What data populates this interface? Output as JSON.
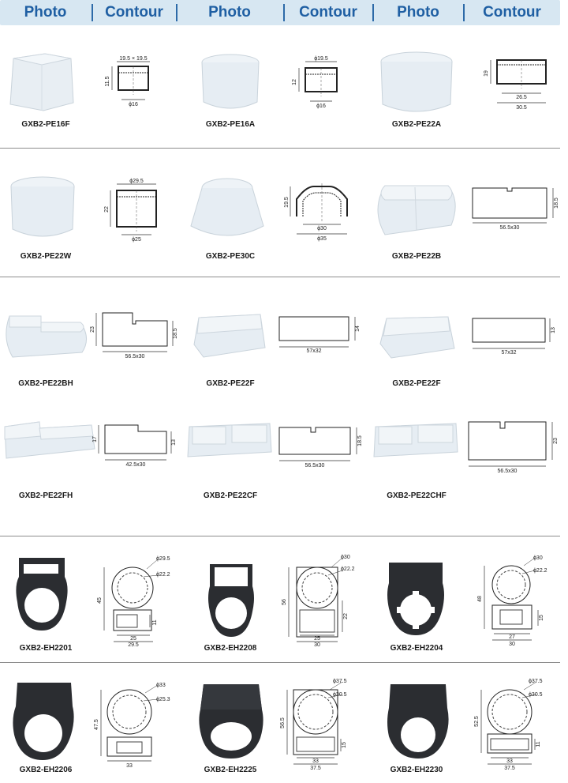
{
  "header": [
    "Photo",
    "Contour",
    "Photo",
    "Contour",
    "Photo",
    "Contour"
  ],
  "labels": {
    "pe16f": "GXB2-PE16F",
    "pe16a": "GXB2-PE16A",
    "pe22a": "GXB2-PE22A",
    "pe22w": "GXB2-PE22W",
    "pe30c": "GXB2-PE30C",
    "pe22b": "GXB2-PE22B",
    "pe22bh": "GXB2-PE22BH",
    "pe22f1": "GXB2-PE22F",
    "pe22f2": "GXB2-PE22F",
    "pe22fh": "GXB2-PE22FH",
    "pe22cf": "GXB2-PE22CF",
    "pe22chf": "GXB2-PE22CHF",
    "eh2201": "GXB2-EH2201",
    "eh2208": "GXB2-EH2208",
    "eh2204": "GXB2-EH2204",
    "eh2206": "GXB2-EH2206",
    "eh2225": "GXB2-EH2225",
    "eh2230": "GXB2-EH2230"
  },
  "dims": {
    "pe16f": {
      "top": "19.5 × 19.5",
      "side": "11.5",
      "bottom": "ϕ16"
    },
    "pe16a": {
      "top": "ϕ19.5",
      "side": "12",
      "bottom": "ϕ16"
    },
    "pe22a": {
      "side": "19",
      "inner": "26.5",
      "outer": "30.5"
    },
    "pe22w": {
      "top": "ϕ29.5",
      "side": "22",
      "bottom": "ϕ25"
    },
    "pe30c": {
      "side": "19.5",
      "inner": "ϕ30",
      "outer": "ϕ35"
    },
    "pe22b": {
      "side": "18.5",
      "bottom": "56.5x30"
    },
    "pe22bh": {
      "left": "23",
      "right": "18.5",
      "bottom": "56.5x30"
    },
    "pe22f1": {
      "side": "14",
      "bottom": "57x32"
    },
    "pe22f2": {
      "side": "13",
      "bottom": "57x32"
    },
    "pe22fh": {
      "left": "17",
      "right": "13",
      "bottom": "42.5x30"
    },
    "pe22cf": {
      "side": "18.5",
      "bottom": "56.5x30"
    },
    "pe22chf": {
      "side": "23",
      "bottom": "56.5x30"
    },
    "eh2201": {
      "d1": "ϕ29.5",
      "d2": "ϕ22.2",
      "h": "45",
      "w1": "25",
      "w2": "29.5",
      "s": "11"
    },
    "eh2208": {
      "d1": "ϕ30",
      "d2": "ϕ22.2",
      "h": "56",
      "h2": "22",
      "w1": "25",
      "w2": "30"
    },
    "eh2204": {
      "d1": "ϕ30",
      "d2": "ϕ22.2",
      "h": "48",
      "s": "15",
      "w1": "27",
      "w2": "30"
    },
    "eh2206": {
      "d1": "ϕ33",
      "d2": "ϕ25.3",
      "h": "47.5",
      "w": "33"
    },
    "eh2225": {
      "d1": "ϕ37.5",
      "d2": "ϕ30.5",
      "h": "56.5",
      "s": "15",
      "w1": "33",
      "w2": "37.5"
    },
    "eh2230": {
      "d1": "ϕ37.5",
      "d2": "ϕ30.5",
      "h": "52.5",
      "s": "11",
      "w1": "33",
      "w2": "37.5"
    }
  },
  "colors": {
    "header_bg": "#d7e7f2",
    "header_text": "#1f5fa3",
    "cap": "#e6edf3",
    "holder": "#2b2d31"
  }
}
